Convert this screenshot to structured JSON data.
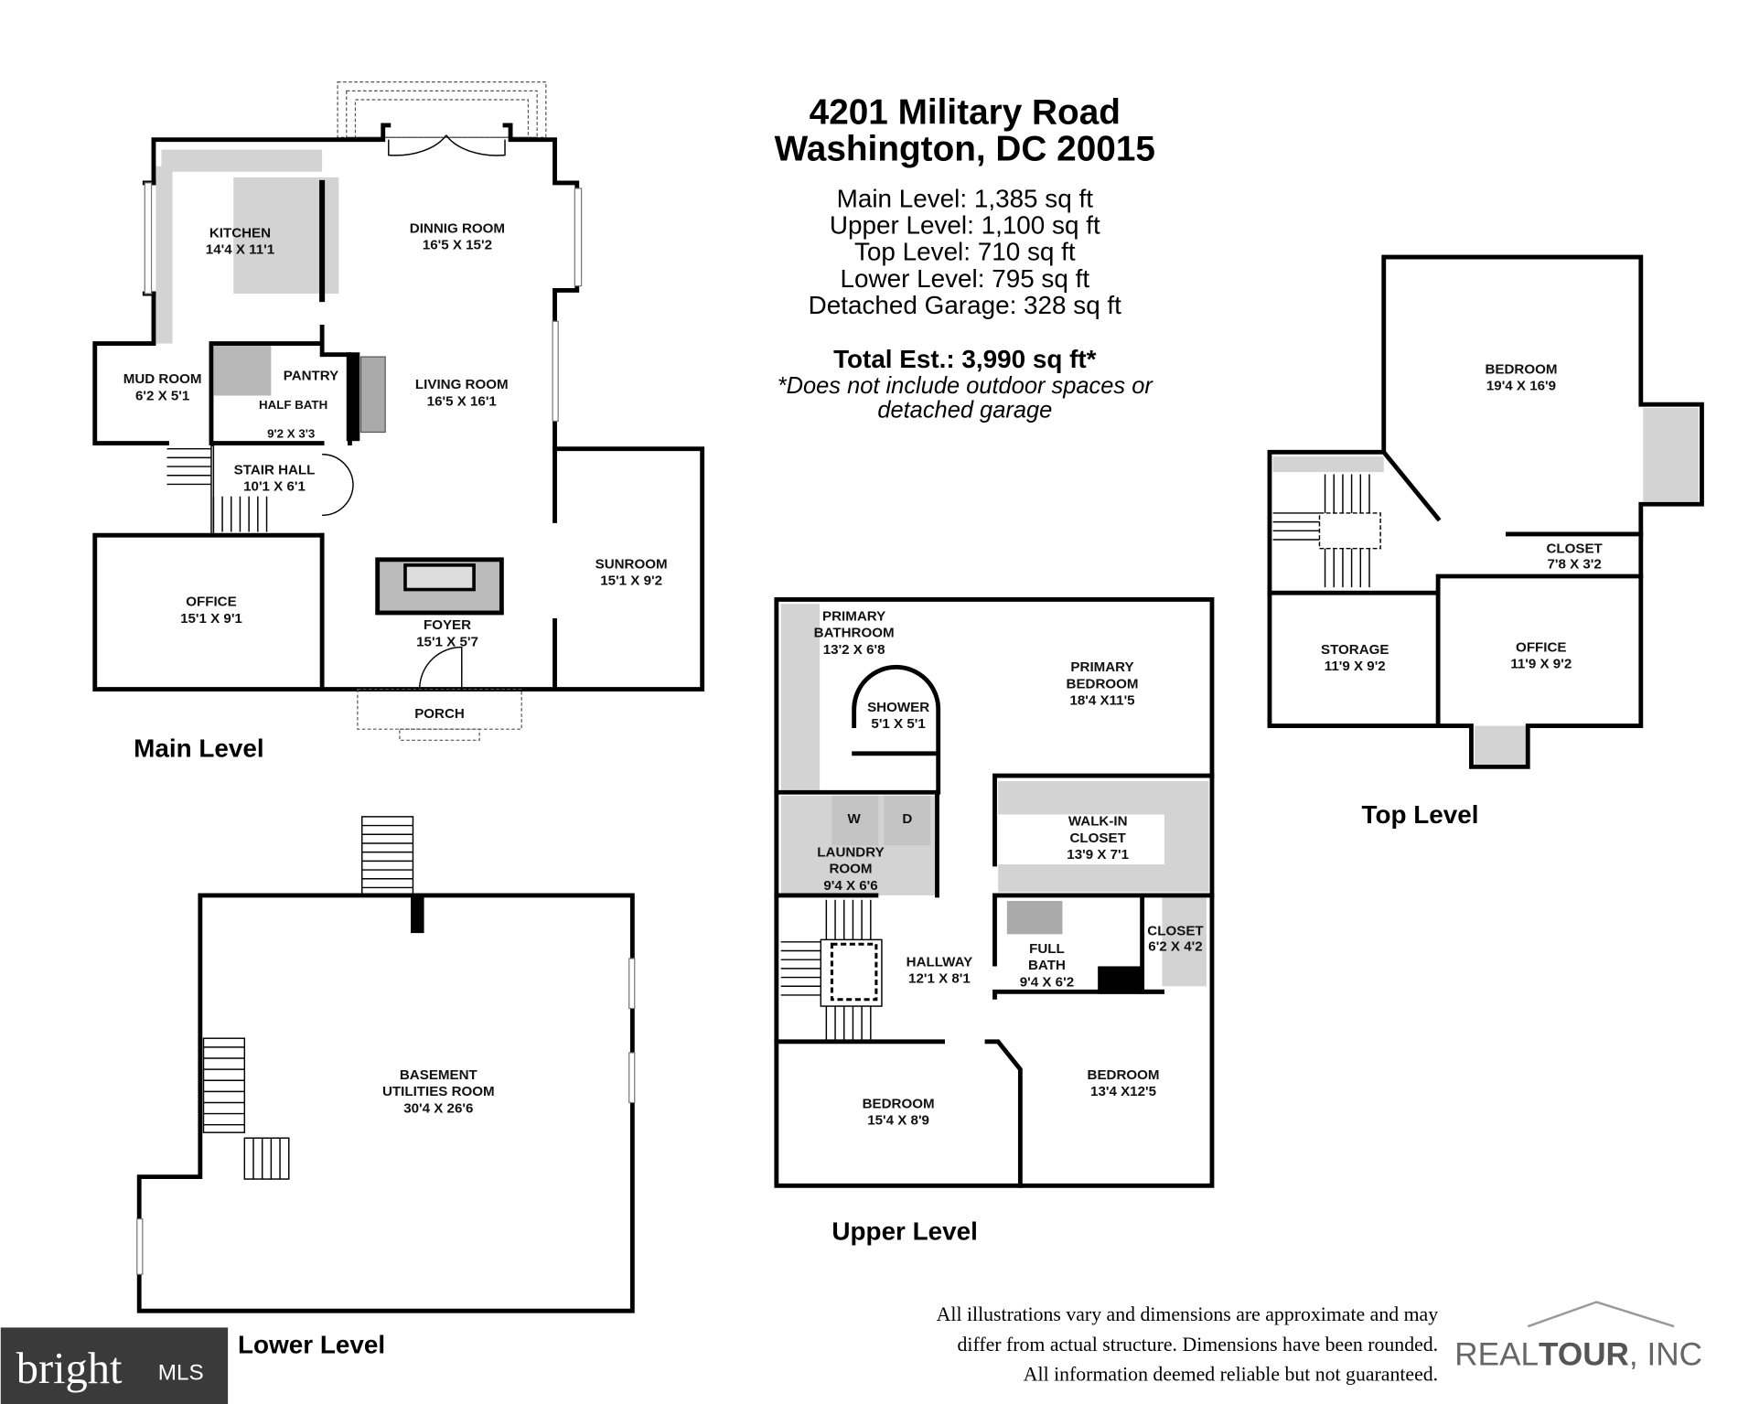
{
  "header": {
    "address_line1": "4201 Military Road",
    "address_line2": "Washington, DC 20015",
    "areas": [
      "Main Level: 1,385 sq ft",
      "Upper Level: 1,100 sq ft",
      "Top Level: 710 sq ft",
      "Lower Level: 795 sq ft",
      "Detached Garage: 328 sq ft"
    ],
    "total": "Total Est.: 3,990 sq ft*",
    "note_line1": "*Does not include outdoor spaces or",
    "note_line2": "detached garage"
  },
  "levels": {
    "main": {
      "label": "Main Level",
      "rooms": [
        {
          "name": "KITCHEN",
          "dim": "14'4 X  11'1"
        },
        {
          "name": "DINNIG ROOM",
          "dim": "16'5 X 15'2"
        },
        {
          "name": "MUD ROOM",
          "dim": "6'2 X 5'1"
        },
        {
          "name": "PANTRY",
          "dim": ""
        },
        {
          "name": "HALF BATH",
          "dim": "9'2 X 3'3"
        },
        {
          "name": "LIVING ROOM",
          "dim": "16'5 X 16'1"
        },
        {
          "name": "STAIR HALL",
          "dim": "10'1 X 6'1"
        },
        {
          "name": "OFFICE",
          "dim": "15'1 X 9'1"
        },
        {
          "name": "FOYER",
          "dim": "15'1 X 5'7"
        },
        {
          "name": "SUNROOM",
          "dim": "15'1 X 9'2"
        },
        {
          "name": "PORCH",
          "dim": ""
        }
      ]
    },
    "lower": {
      "label": "Lower Level",
      "rooms": [
        {
          "name": "BASEMENT",
          "name2": "UTILITIES ROOM",
          "dim": "30'4 X 26'6"
        }
      ]
    },
    "upper": {
      "label": "Upper Level",
      "rooms": [
        {
          "name": "PRIMARY",
          "name2": "BATHROOM",
          "dim": "13'2 X 6'8"
        },
        {
          "name": "SHOWER",
          "dim": "5'1 X 5'1"
        },
        {
          "name": "PRIMARY",
          "name2": "BEDROOM",
          "dim": "18'4 X11'5"
        },
        {
          "name": "LAUNDRY",
          "name2": "ROOM",
          "dim": "9'4 X 6'6"
        },
        {
          "name": "WALK-IN",
          "name2": "CLOSET",
          "dim": "13'9 X 7'1"
        },
        {
          "name": "HALLWAY",
          "dim": "12'1 X 8'1"
        },
        {
          "name": "FULL",
          "name2": "BATH",
          "dim": "9'4 X 6'2"
        },
        {
          "name": "CLOSET",
          "dim": "6'2 X 4'2"
        },
        {
          "name": "BEDROOM",
          "dim": "15'4 X 8'9"
        },
        {
          "name": "BEDROOM",
          "dim": "13'4 X12'5"
        }
      ],
      "washer": "W",
      "dryer": "D"
    },
    "top": {
      "label": "Top Level",
      "rooms": [
        {
          "name": "BEDROOM",
          "dim": "19'4 X 16'9"
        },
        {
          "name": "CLOSET",
          "dim": "7'8 X 3'2"
        },
        {
          "name": "STORAGE",
          "dim": "11'9 X 9'2"
        },
        {
          "name": "OFFICE",
          "dim": "11'9 X 9'2"
        }
      ]
    }
  },
  "footer": {
    "disclaimer": [
      "All illustrations vary and dimensions are approximate and may",
      "differ from actual structure. Dimensions have been rounded.",
      "All information deemed reliable but not guaranteed."
    ],
    "realtour_logo": "REALTOUR, INC",
    "bright_logo": "bright MLS"
  },
  "colors": {
    "wall": "#000000",
    "fixture_fill": "#d3d3d3",
    "bright_badge": "#3a3a3a"
  }
}
